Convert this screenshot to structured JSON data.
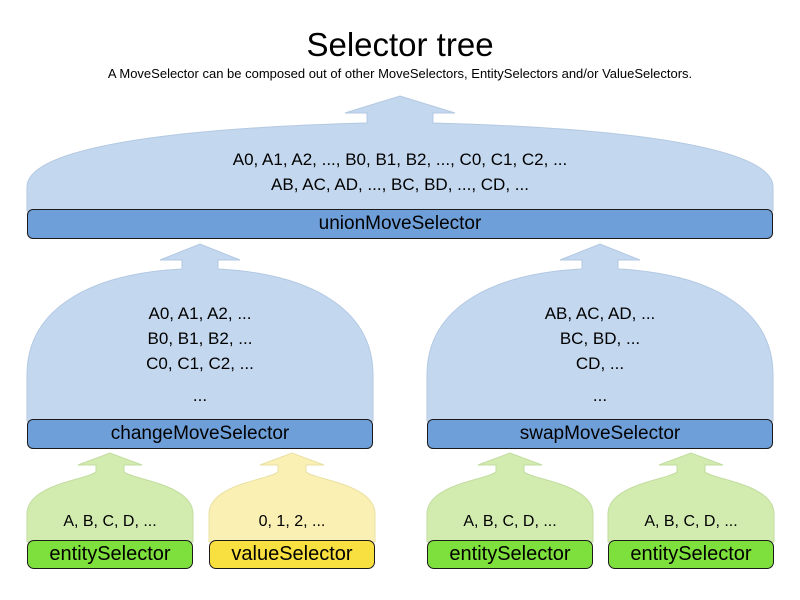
{
  "header": {
    "title": "Selector tree",
    "subtitle": "A MoveSelector can be composed out of other MoveSelectors, EntitySelectors and/or ValueSelectors."
  },
  "colors": {
    "move_fan": "#c3d7ee",
    "move_bar": "#6f9fd8",
    "entity_fan": "#d2ecb0",
    "entity_bar": "#7ee03c",
    "value_fan": "#faf0b4",
    "value_bar": "#f8e040",
    "outline": "#1a1a1a",
    "background": "#ffffff",
    "text": "#000000"
  },
  "tree": {
    "root": {
      "label": "unionMoveSelector",
      "kind": "move-selector",
      "lines": [
        "A0, A1, A2, ..., B0, B1, B2, ..., C0, C1, C2, ...",
        "AB, AC, AD, ..., BC, BD, ..., CD, ..."
      ]
    },
    "middle": [
      {
        "label": "changeMoveSelector",
        "kind": "move-selector",
        "lines": [
          "A0, A1, A2, ...",
          "B0, B1, B2, ...",
          "C0, C1, C2, ...",
          "..."
        ]
      },
      {
        "label": "swapMoveSelector",
        "kind": "move-selector",
        "lines": [
          "AB, AC, AD, ...",
          "BC, BD, ...",
          "CD, ...",
          "..."
        ]
      }
    ],
    "leaves": [
      {
        "label": "entitySelector",
        "kind": "entity-selector",
        "lines": [
          "A, B, C, D, ..."
        ]
      },
      {
        "label": "valueSelector",
        "kind": "value-selector",
        "lines": [
          "0, 1, 2, ..."
        ]
      },
      {
        "label": "entitySelector",
        "kind": "entity-selector",
        "lines": [
          "A, B, C, D, ..."
        ]
      },
      {
        "label": "entitySelector",
        "kind": "entity-selector",
        "lines": [
          "A, B, C, D, ..."
        ]
      }
    ]
  }
}
